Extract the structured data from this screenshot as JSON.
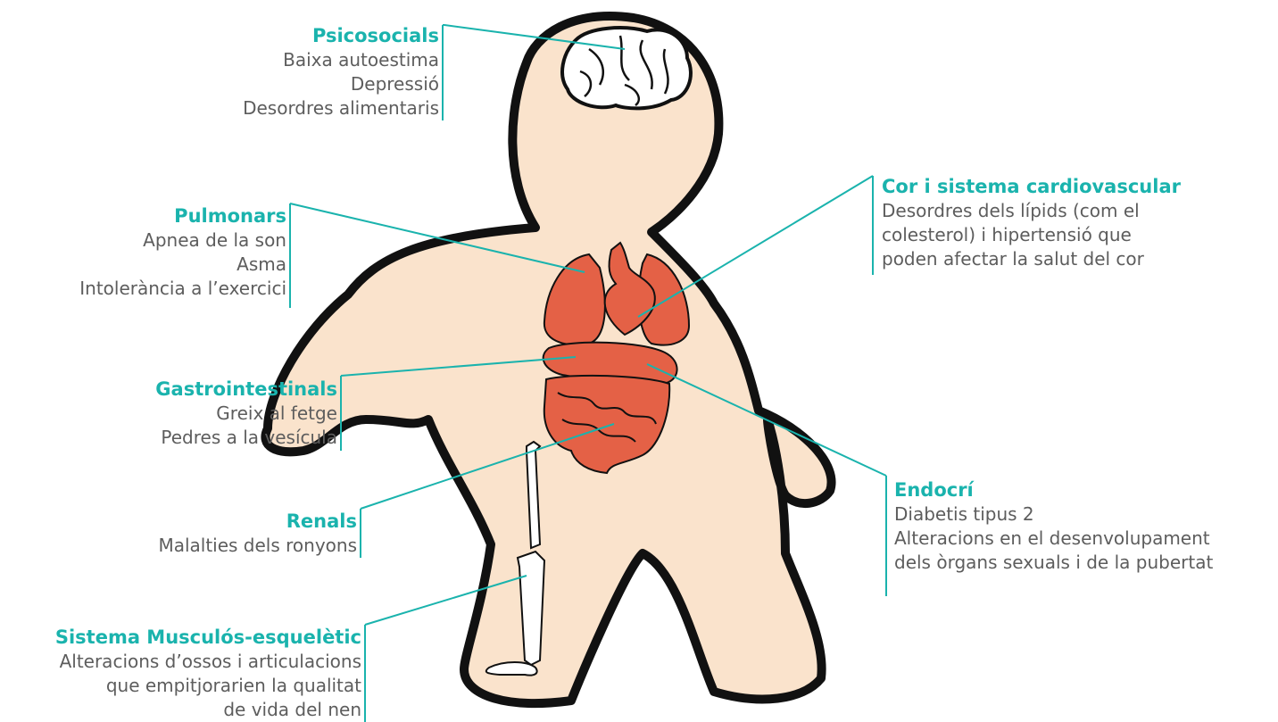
{
  "colors": {
    "accent": "#1ab3ad",
    "skin": "#fae3cc",
    "organ": "#e46146",
    "outline": "#111111",
    "text": "#5d5d5d"
  },
  "callouts": {
    "psicosocials": {
      "title": "Psicosocials",
      "lines": [
        "Baixa autoestima",
        "Depressió",
        "Desordres alimentaris"
      ]
    },
    "pulmonars": {
      "title": "Pulmonars",
      "lines": [
        "Apnea de la son",
        "Asma",
        "Intolerància a l’exercici"
      ]
    },
    "gastro": {
      "title": "Gastrointestinals",
      "lines": [
        "Greix al fetge",
        "Pedres a la vesícula"
      ]
    },
    "renals": {
      "title": "Renals",
      "lines": [
        "Malalties dels ronyons"
      ]
    },
    "musculo": {
      "title": "Sistema Musculós-esquelètic",
      "lines": [
        "Alteracions d’ossos i articulacions",
        "que empitjorarien la qualitat",
        "de vida del nen"
      ]
    },
    "cor": {
      "title": "Cor i sistema cardiovascular",
      "lines": [
        "Desordres dels lípids (com el",
        "colesterol) i hipertensió que",
        "poden afectar la salut del cor"
      ]
    },
    "endocri": {
      "title": "Endocrí",
      "lines": [
        "Diabetis tipus 2",
        "Alteracions en el desenvolupament",
        "dels òrgans sexuals i de la pubertat"
      ]
    }
  }
}
